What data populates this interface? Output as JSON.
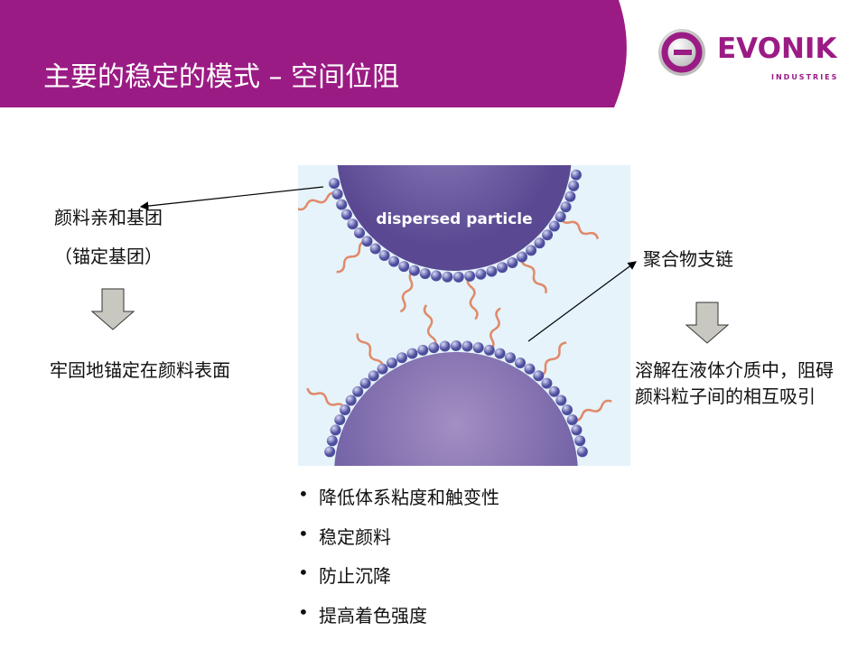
{
  "header": {
    "title": "主要的稳定的模式 – 空间位阻",
    "accent": "#9b1b84"
  },
  "logo": {
    "name": "EVONIK",
    "sub": "INDUSTRIES"
  },
  "figure": {
    "label": "dispersed particle"
  },
  "left": {
    "anchor_label": "颜料亲和基团",
    "anchor_sub": "（锚定基团）",
    "result": "牢固地锚定在颜料表面"
  },
  "right": {
    "chain_label": "聚合物支链",
    "result": "溶解在液体介质中，阻碍颜料粒子间的相互吸引"
  },
  "bullets": [
    "降低体系粘度和触变性",
    "稳定颜料",
    "防止沉降",
    "提高着色强度"
  ]
}
